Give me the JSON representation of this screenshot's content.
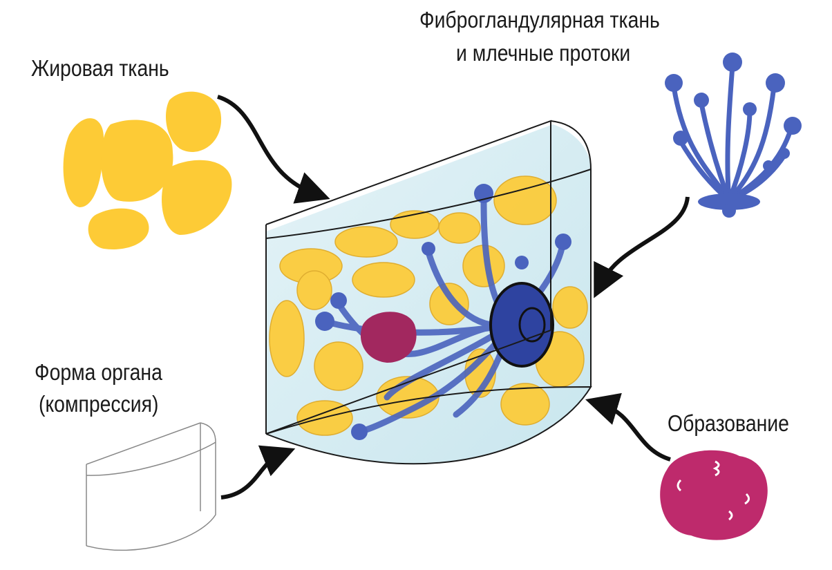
{
  "labels": {
    "fat": "Жировая ткань",
    "fibro_line1": "Фиброгландулярная ткань",
    "fibro_line2": "и млечные протоки",
    "shape_line1": "Форма органа",
    "shape_line2": "(компрессия)",
    "lesion": "Образование"
  },
  "colors": {
    "fat": "#FDCB36",
    "duct": "#4A63BE",
    "lesion": "#BE2A6C",
    "nipple": "#2E43A0",
    "container": "#D6EEF4"
  }
}
